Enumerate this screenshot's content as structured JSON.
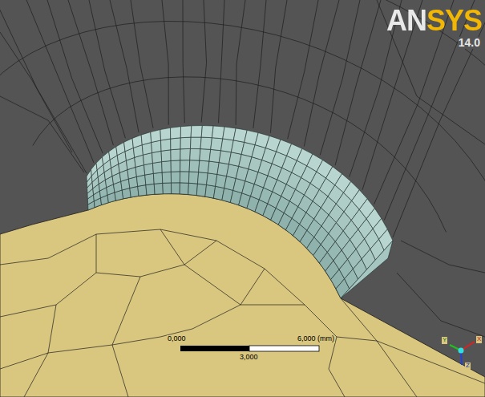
{
  "diagram": {
    "labels": [
      "ANSYS",
      "14.0",
      "0,000",
      "6,000 (mm)",
      "3,000",
      "Y",
      "X",
      "Z"
    ]
  }
}
